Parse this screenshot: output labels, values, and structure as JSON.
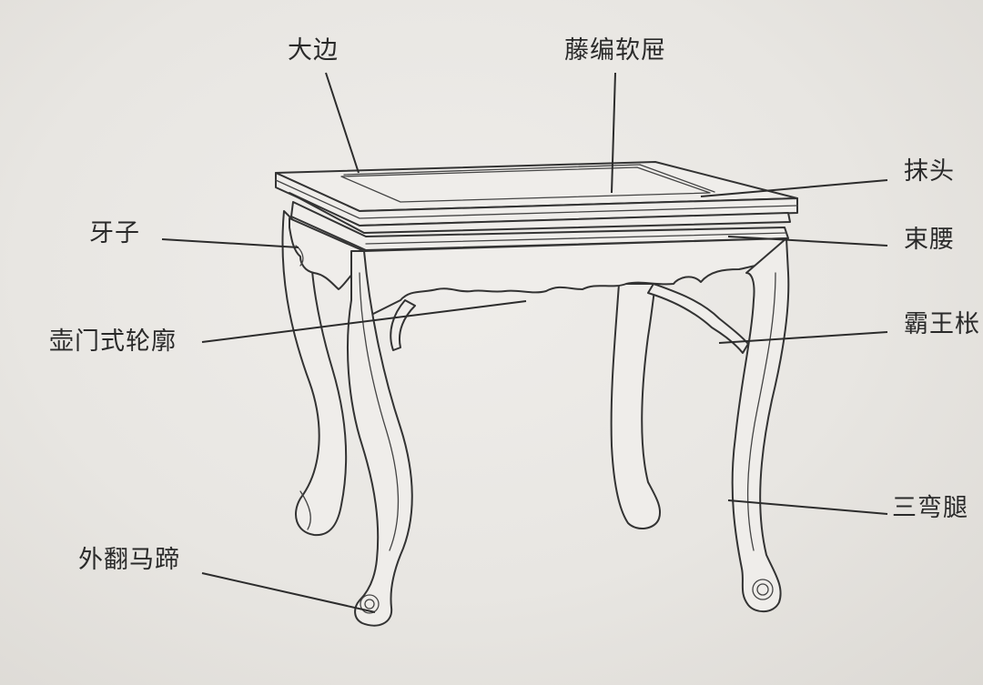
{
  "labels": {
    "da_bian": "大边",
    "teng_bian_ruan_xi": "藤编软屉",
    "mo_tou": "抹头",
    "ya_zi": "牙子",
    "shu_yao": "束腰",
    "hu_men_shi_lun_kuo": "壶门式轮廓",
    "ba_wang_cheng": "霸王枨",
    "san_wan_tui": "三弯腿",
    "wai_fan_ma_ti": "外翻马蹄"
  }
}
